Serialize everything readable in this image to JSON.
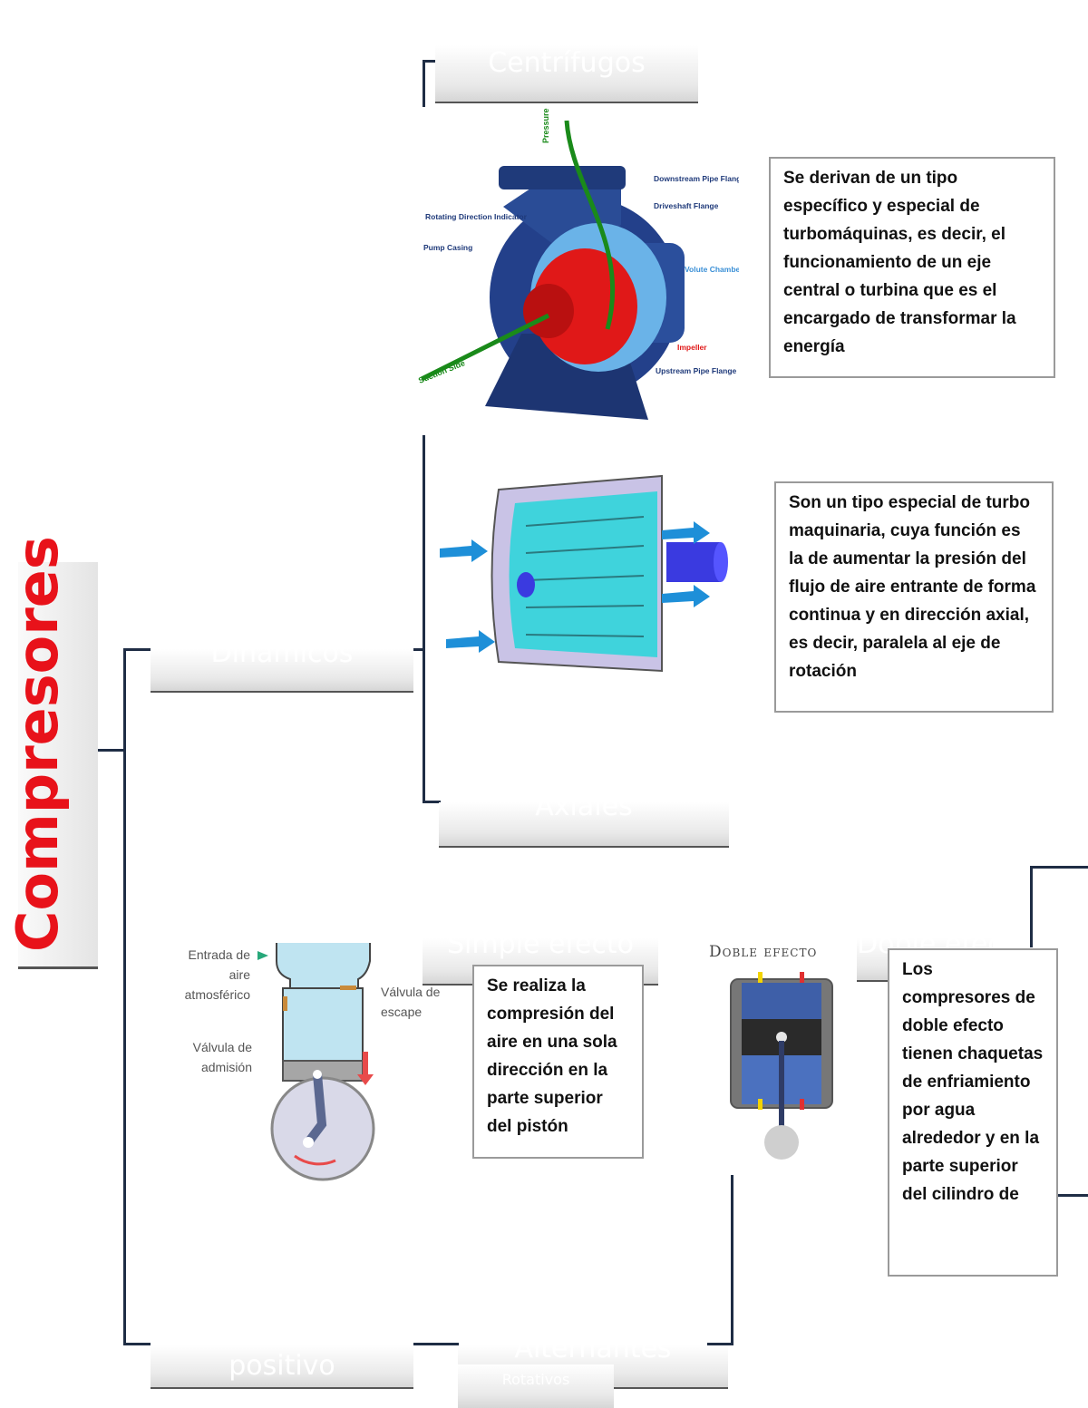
{
  "title": "Compresores",
  "nodes": {
    "centrifugos": "Centrífugos",
    "dinamicos": "Dinámicos",
    "axiales": "Axiales",
    "simple_efecto": "Simple efecto",
    "doble_efecto_node": "Doble efecto",
    "positivo": "positivo",
    "rotativos": "Rotativos",
    "alternantes": "Alternantes"
  },
  "descriptions": {
    "centrifugos": "Se derivan de un tipo específico y especial de turbomáquinas, es decir, el funcionamiento de un eje central o turbina que es el encargado de transformar la energía",
    "axiales": "Son un tipo especial de turbo maquinaria, cuya función es la de aumentar la presión del flujo de aire entrante de forma continua y en dirección axial, es decir, paralela al eje de rotación",
    "simple_efecto": "Se realiza la compresión del aire en una sola dirección en la parte superior del pistón",
    "doble_efecto": "Los compresores de doble efecto tienen chaquetas de enfriamiento por agua alrededor y en la parte superior del cilindro de"
  },
  "pump_labels": {
    "pressure_side": "Pressure Side",
    "downstream": "Downstream Pipe Flange",
    "driveshaft": "Driveshaft Flange",
    "rotating": "Rotating Direction Indicator",
    "casing": "Pump Casing",
    "volute": "Volute Chamber",
    "impeller": "Impeller",
    "suction": "Suction Side",
    "upstream": "Upstream Pipe Flange"
  },
  "piston_labels": {
    "entrada": "Entrada de aire atmosférico",
    "valvula_escape": "Válvula de escape",
    "valvula_admision": "Válvula de admisión"
  },
  "double_label": "Doble efecto",
  "colors": {
    "title": "#e8121a",
    "lines": "#1f2d45",
    "pump": "#1f3a7a",
    "impeller": "#e01818"
  }
}
